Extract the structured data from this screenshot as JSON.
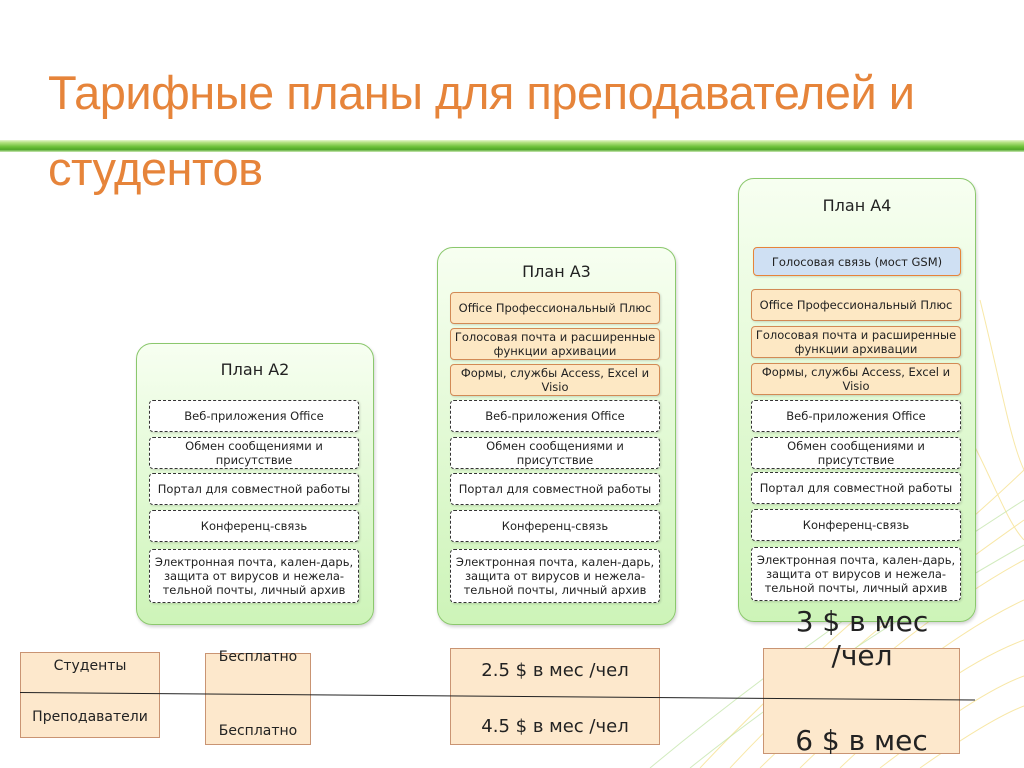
{
  "slide": {
    "title": "Тарифные планы для преподавателей и студентов"
  },
  "colors": {
    "title": "#e6843a",
    "accent_green": "#6fc23b",
    "plan_fill": "#cdf4b8",
    "feature_orange": "#fde8c4",
    "feature_blue": "#cfe0f3",
    "price_fill": "#fde8cc"
  },
  "plans": {
    "a2": {
      "title": "План А2",
      "features": {
        "web_apps": "Веб-приложения Office",
        "messaging": "Обмен сообщениями и присутствие",
        "portal": "Портал для совместной работы",
        "conference": "Конференц-связь",
        "email": "Электронная почта, кален-дарь, защита от вирусов и нежела-тельной почты, личный архив"
      }
    },
    "a3": {
      "title": "План А3",
      "features": {
        "office_pro": "Office Профессиональный Плюс",
        "voicemail": "Голосовая почта и расширенные функции архивации",
        "forms": "Формы, службы Access, Excel и Visio",
        "web_apps": "Веб-приложения Office",
        "messaging": "Обмен сообщениями и присутствие",
        "portal": "Портал для совместной работы",
        "conference": "Конференц-связь",
        "email": "Электронная почта, кален-дарь, защита от вирусов и нежела-тельной почты, личный архив"
      }
    },
    "a4": {
      "title": "План А4",
      "features": {
        "voice_gsm": "Голосовая связь (мост  GSM)",
        "office_pro": "Office Профессиональный Плюс",
        "voicemail": "Голосовая почта и расширенные функции архивации",
        "forms": "Формы, службы Access, Excel и Visio",
        "web_apps": "Веб-приложения Office",
        "messaging": "Обмен сообщениями и присутствие",
        "portal": "Портал для совместной работы",
        "conference": "Конференц-связь",
        "email": "Электронная почта, кален-дарь, защита от вирусов и нежела-тельной почты, личный архив"
      }
    }
  },
  "pricing": {
    "labels": {
      "students": "Студенты",
      "teachers": "Преподаватели"
    },
    "a2": {
      "students": "Бесплатно",
      "teachers": "Бесплатно"
    },
    "a3": {
      "students": "2.5 $ в мес /чел",
      "teachers": "4.5 $ в мес /чел"
    },
    "a4": {
      "students": "3 $ в мес /чел",
      "teachers": "6 $ в мес"
    }
  }
}
